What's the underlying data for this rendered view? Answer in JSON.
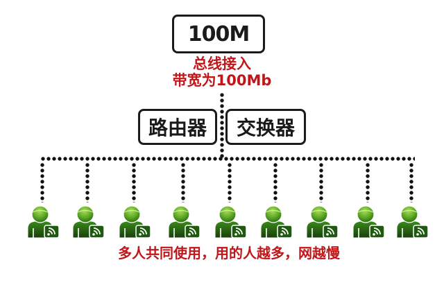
{
  "bus": {
    "label": "100M",
    "caption_line1": "总线接入",
    "caption_line2": "带宽为100Mb"
  },
  "devices": {
    "router_label": "路由器",
    "switch_label": "交换器"
  },
  "users": {
    "count": 9,
    "icon": "user-wifi-icon",
    "positions_x": [
      61,
      126,
      193,
      264,
      331,
      397,
      463,
      530,
      593
    ]
  },
  "footer": {
    "caption": "多人共同使用，用的人越多，网越慢"
  },
  "colors": {
    "caption_red": "#c0161a",
    "box_border": "#1a1a1a",
    "user_green_light": "#7bc33a",
    "user_green_dark": "#1f5a10"
  }
}
